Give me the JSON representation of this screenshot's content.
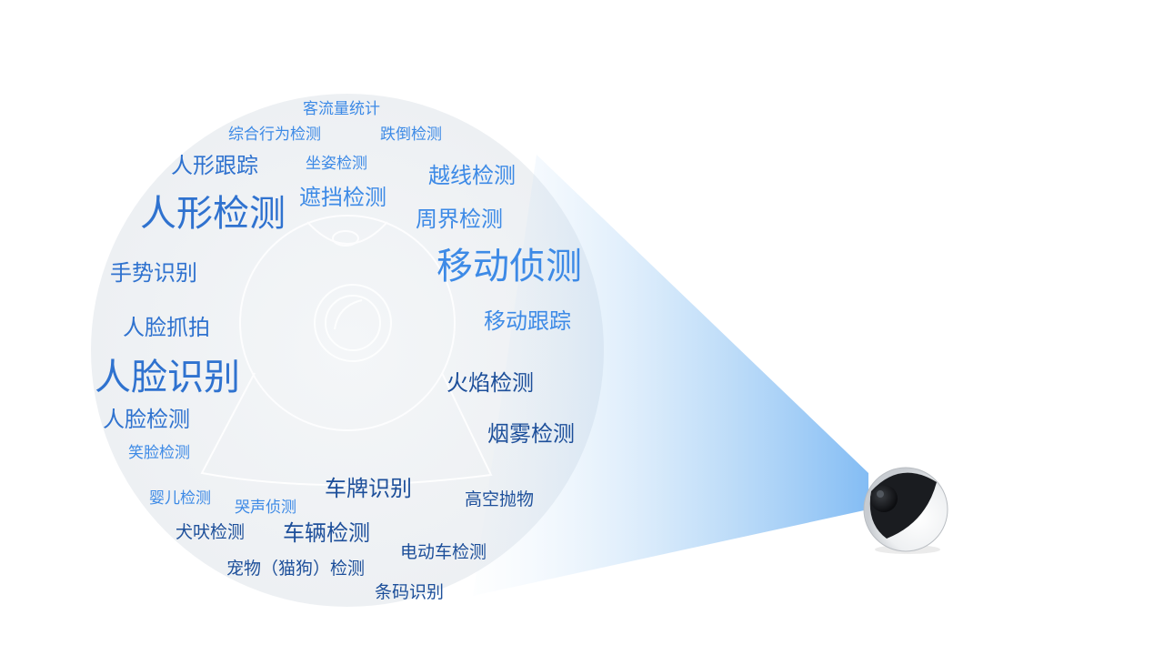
{
  "colors": {
    "dark_blue": "#1d4f9a",
    "mid_blue": "#2f72cf",
    "light_blue": "#3d8ae6",
    "beam_blue": "#5aa6f0",
    "disc_gray": "#eef1f4"
  },
  "icons": {
    "camera": "security-camera-icon"
  },
  "words": {
    "w01": "客流量统计",
    "w02": "综合行为检测",
    "w03": "跌倒检测",
    "w04": "人形跟踪",
    "w05": "坐姿检测",
    "w06": "越线检测",
    "w07": "遮挡检测",
    "w08": "人形检测",
    "w09": "周界检测",
    "w10": "移动侦测",
    "w11": "手势识别",
    "w12": "移动跟踪",
    "w13": "人脸抓拍",
    "w14": "人脸识别",
    "w15": "火焰检测",
    "w16": "人脸检测",
    "w17": "烟雾检测",
    "w18": "笑脸检测",
    "w19": "车牌识别",
    "w20": "婴儿检测",
    "w21": "哭声侦测",
    "w22": "高空抛物",
    "w23": "犬吠检测",
    "w24": "车辆检测",
    "w25": "电动车检测",
    "w26": "宠物（猫狗）检测",
    "w27": "条码识别"
  }
}
